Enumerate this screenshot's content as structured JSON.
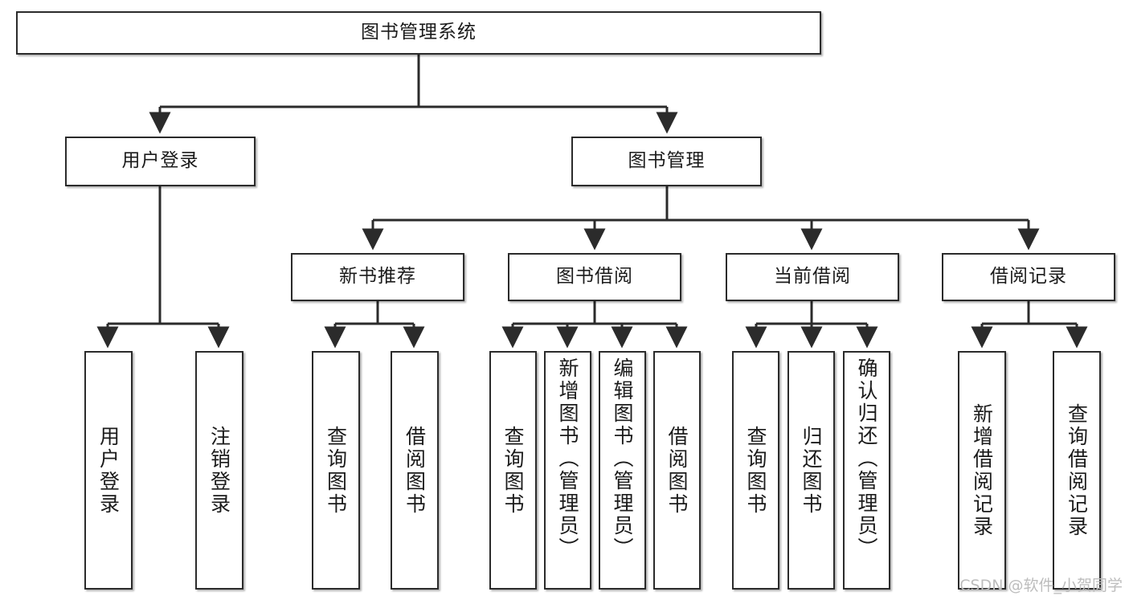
{
  "diagram": {
    "type": "tree",
    "title": "图书管理系统",
    "root": {
      "id": "root",
      "label": "图书管理系统"
    },
    "level1": [
      {
        "id": "user-login",
        "label": "用户登录"
      },
      {
        "id": "book-manage",
        "label": "图书管理"
      }
    ],
    "level2": [
      {
        "id": "new-book-rec",
        "label": "新书推荐"
      },
      {
        "id": "book-borrow",
        "label": "图书借阅"
      },
      {
        "id": "current-borrow",
        "label": "当前借阅"
      },
      {
        "id": "borrow-record",
        "label": "借阅记录"
      }
    ],
    "leaves": [
      {
        "id": "leaf-user-login",
        "label": "用户登录",
        "parent": "user-login"
      },
      {
        "id": "leaf-logout-login",
        "label": "注销登录",
        "parent": "user-login"
      },
      {
        "id": "leaf-query-book-1",
        "label": "查询图书",
        "parent": "new-book-rec"
      },
      {
        "id": "leaf-borrow-book-1",
        "label": "借阅图书",
        "parent": "new-book-rec"
      },
      {
        "id": "leaf-query-book-2",
        "label": "查询图书",
        "parent": "book-borrow"
      },
      {
        "id": "leaf-add-book",
        "label": "新增图书（管理员）",
        "parent": "book-borrow"
      },
      {
        "id": "leaf-edit-book",
        "label": "编辑图书（管理员）",
        "parent": "book-borrow"
      },
      {
        "id": "leaf-borrow-book-2",
        "label": "借阅图书",
        "parent": "book-borrow"
      },
      {
        "id": "leaf-query-book-3",
        "label": "查询图书",
        "parent": "current-borrow"
      },
      {
        "id": "leaf-return-book",
        "label": "归还图书",
        "parent": "current-borrow"
      },
      {
        "id": "leaf-confirm-return",
        "label": "确认归还（管理员）",
        "parent": "current-borrow"
      },
      {
        "id": "leaf-add-record",
        "label": "新增借阅记录",
        "parent": "borrow-record"
      },
      {
        "id": "leaf-query-record",
        "label": "查询借阅记录",
        "parent": "borrow-record"
      }
    ],
    "colors": {
      "stroke": "#2b2b2b",
      "fill": "#ffffff",
      "text": "#1b1b1b",
      "watermark": "#bdbdbd"
    }
  },
  "watermark": {
    "text": "CSDN @软件_小贺同学"
  }
}
